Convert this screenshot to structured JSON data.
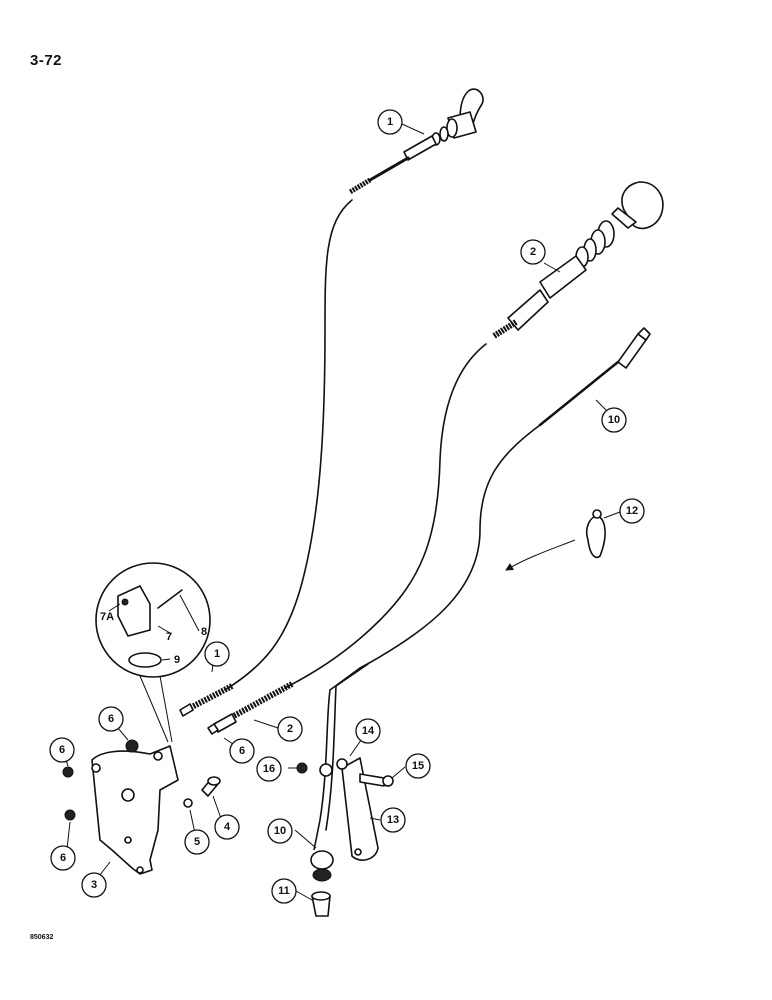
{
  "page": {
    "number": "3-72",
    "figure_code": "850632"
  },
  "callouts": {
    "c1a": "1",
    "c1b": "1",
    "c2a": "2",
    "c2b": "2",
    "c3": "3",
    "c4": "4",
    "c5": "5",
    "c6a": "6",
    "c6b": "6",
    "c6c": "6",
    "c6d": "6",
    "c10a": "10",
    "c10b": "10",
    "c11": "11",
    "c12": "12",
    "c13": "13",
    "c14": "14",
    "c15": "15",
    "c16": "16"
  },
  "inset_labels": {
    "l7a": "7A",
    "l7": "7",
    "l8": "8",
    "l9": "9"
  }
}
